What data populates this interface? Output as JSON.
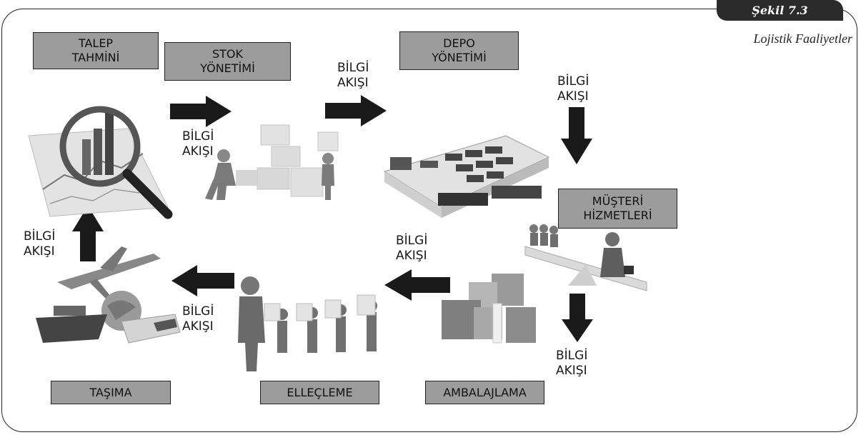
{
  "figure": {
    "number": "Şekil 7.3",
    "title": "Lojistik Faaliyetler"
  },
  "activities": {
    "talep": "TALEP\nTAHMİNİ",
    "stok": "STOK\nYÖNETİMİ",
    "depo": "DEPO\nYÖNETİMİ",
    "musteri": "MÜŞTERİ\nHİZMETLERİ",
    "ambalaj": "AMBALAJLAMA",
    "ellec": "ELLEÇLEME",
    "tasima": "TAŞIMA"
  },
  "flows": {
    "f1": "BİLGİ\nAKIŞI",
    "f2": "BİLGİ\nAKIŞI",
    "f3": "BİLGİ\nAKIŞI",
    "f4": "BİLGİ\nAKIŞI",
    "f5": "BİLGİ\nAKIŞI",
    "f6": "BİLGİ\nAKIŞI",
    "f7": "BİLGİ\nAKIŞI"
  }
}
